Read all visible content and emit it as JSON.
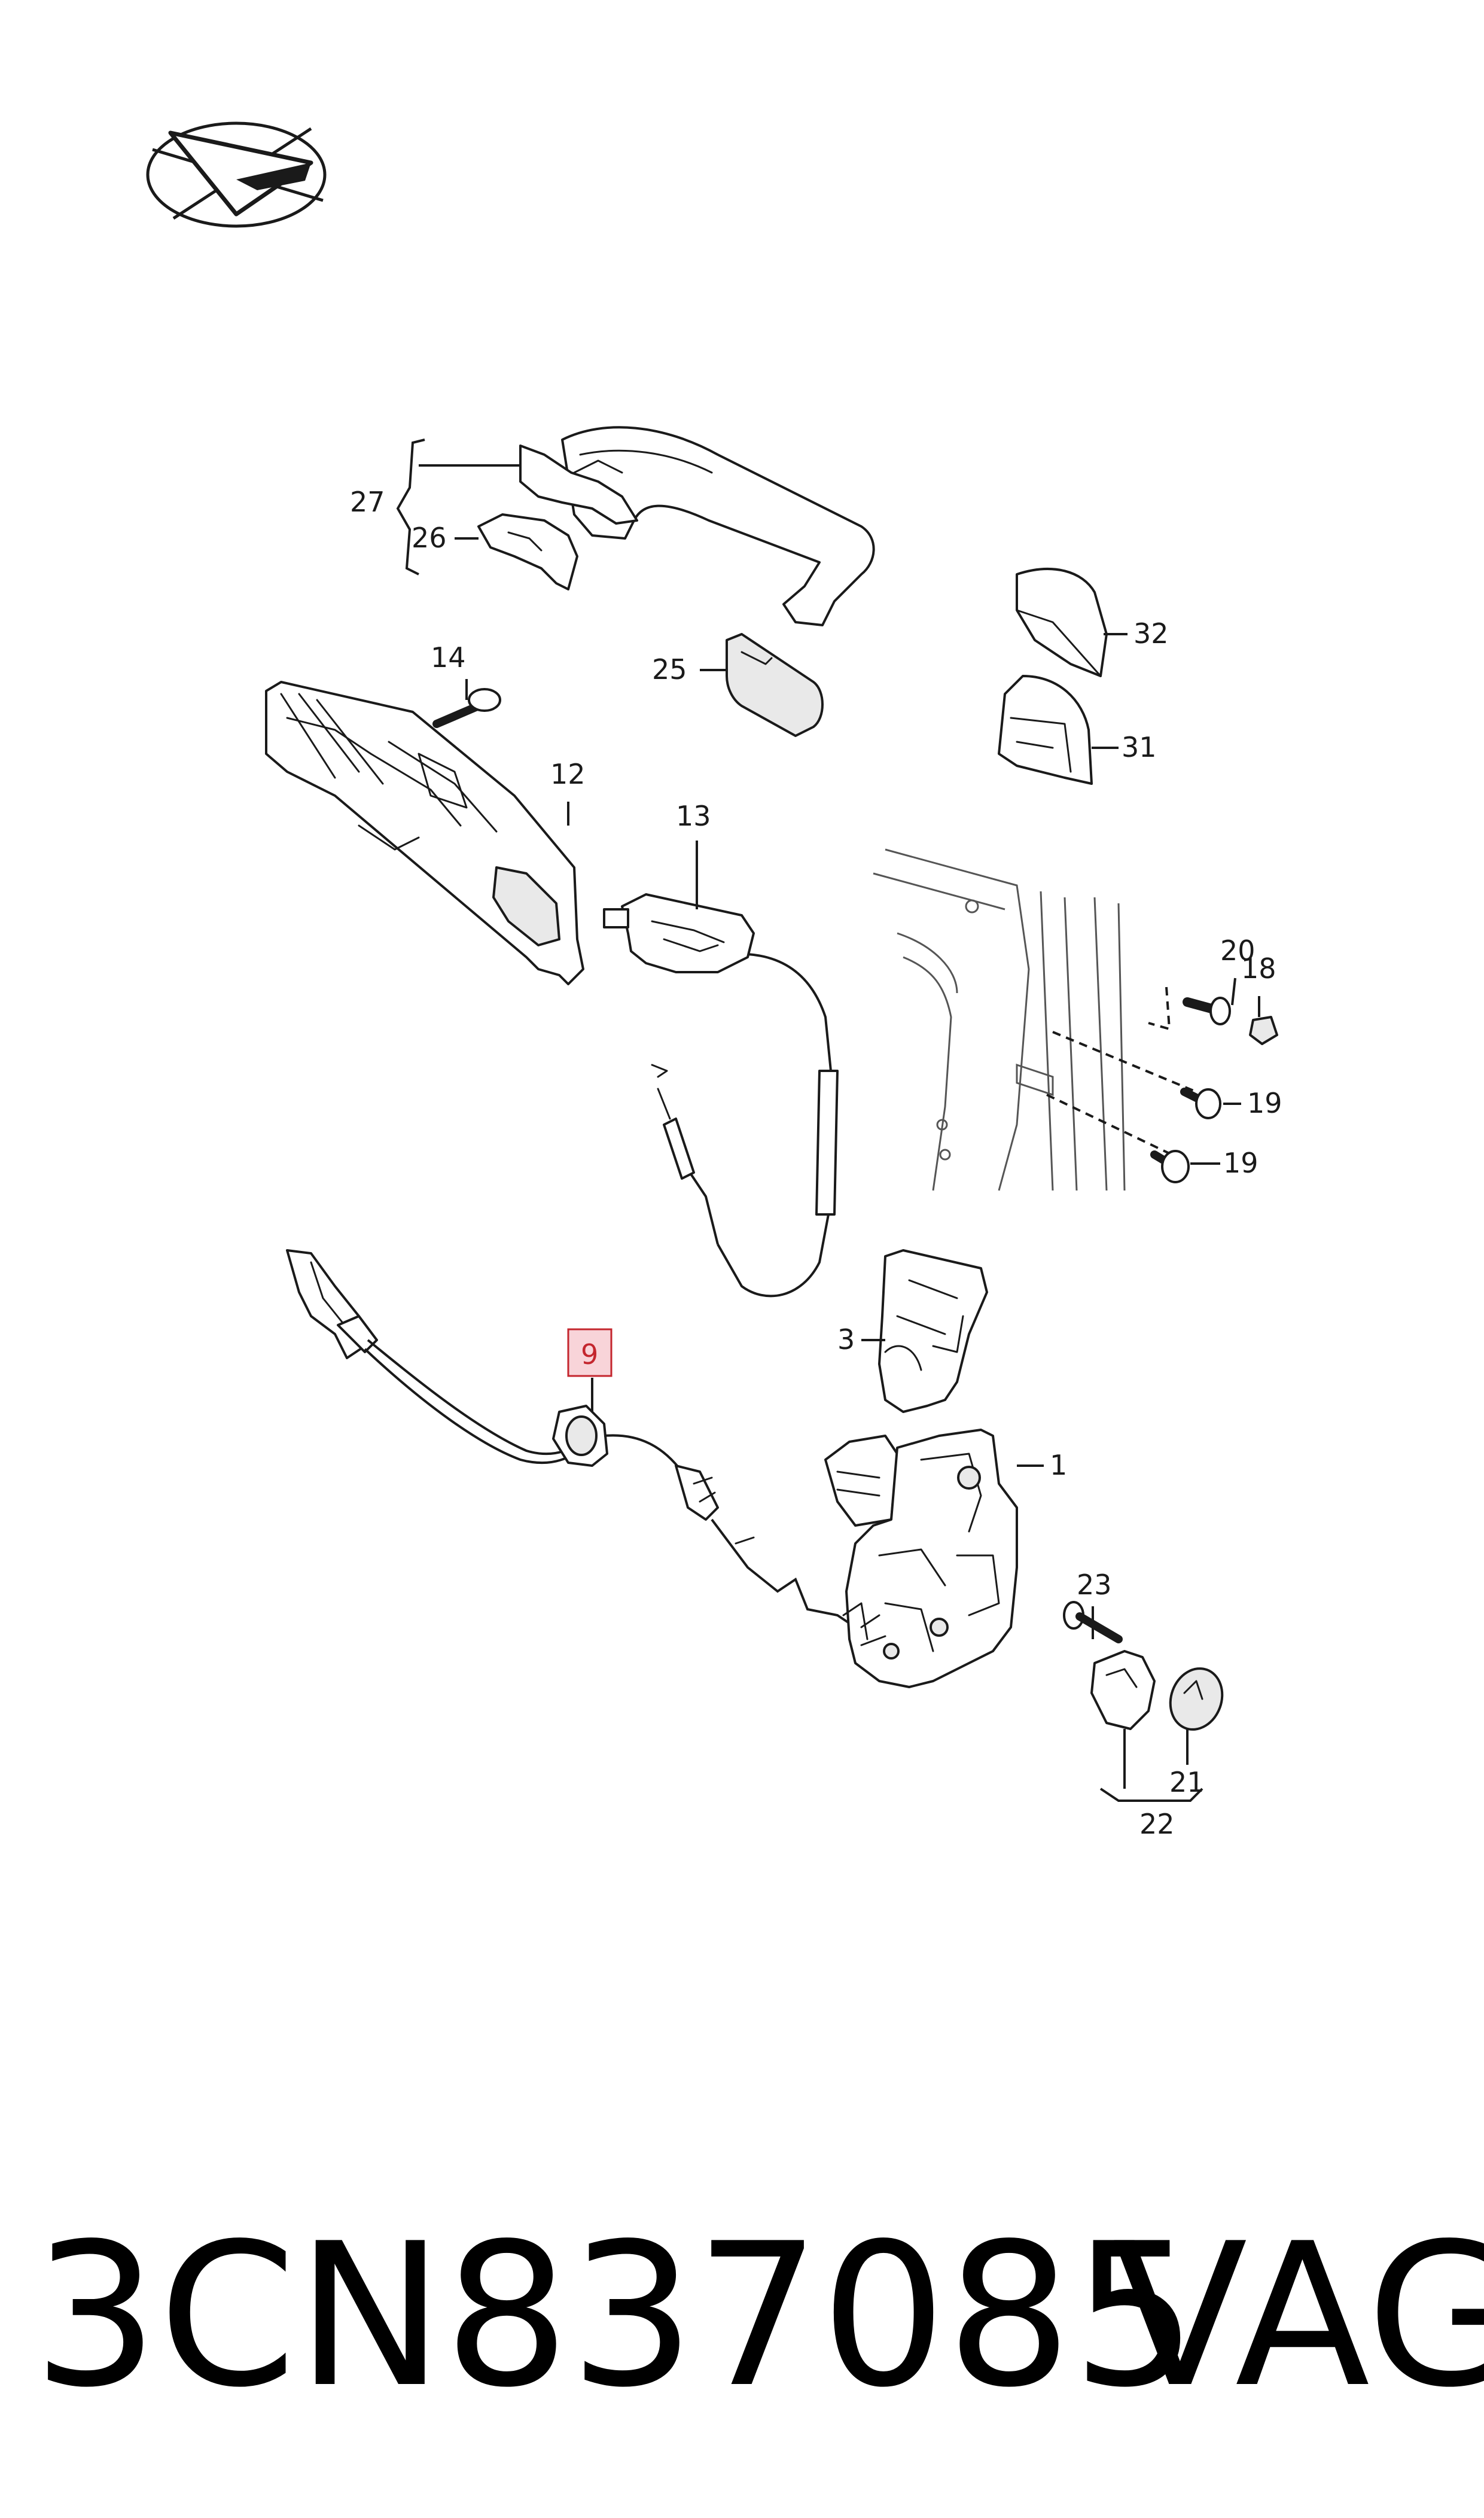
{
  "diagram": {
    "part_number": "3CN837085",
    "brand": "VAG",
    "highlight_color": "#f4b8bf",
    "callouts": {
      "c27": "27",
      "c26": "26",
      "c14": "14",
      "c25": "25",
      "c32": "32",
      "c31": "31",
      "c12": "12",
      "c13": "13",
      "c20": "20",
      "c18": "18",
      "c19a": "19",
      "c19b": "19",
      "c9": "9",
      "c3": "3",
      "c1": "1",
      "c23": "23",
      "c21": "21",
      "c22": "22"
    }
  }
}
